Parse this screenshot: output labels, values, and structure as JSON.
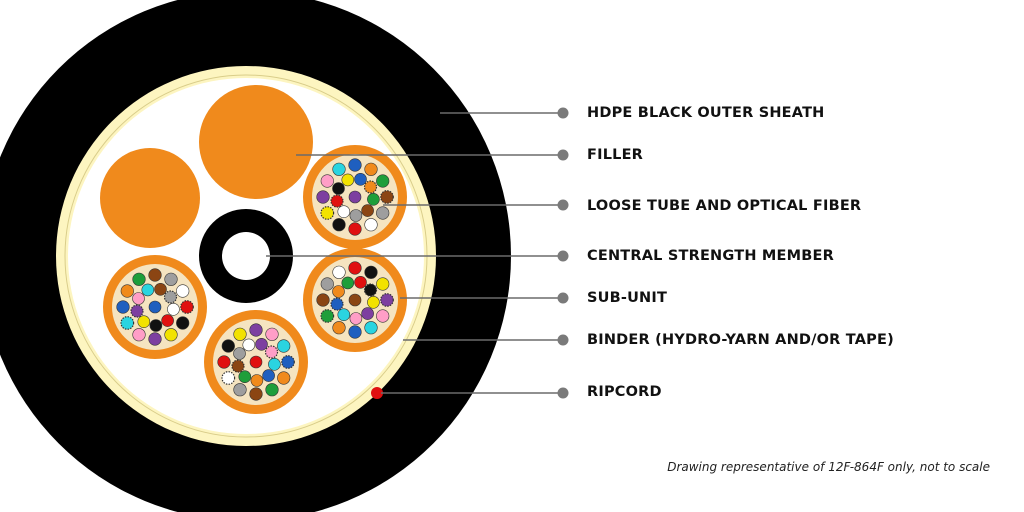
{
  "labels": [
    {
      "id": "sheath",
      "text": "HDPE BLACK OUTER SHEATH"
    },
    {
      "id": "filler",
      "text": "FILLER"
    },
    {
      "id": "loose-tube",
      "text": "LOOSE TUBE AND OPTICAL FIBER"
    },
    {
      "id": "csm",
      "text": "CENTRAL STRENGTH MEMBER"
    },
    {
      "id": "sub-unit",
      "text": "SUB-UNIT"
    },
    {
      "id": "binder",
      "text": "BINDER (HYDRO-YARN AND/OR TAPE)"
    },
    {
      "id": "ripcord",
      "text": "RIPCORD"
    }
  ],
  "note": "Drawing representative of 12F-864F only, not to scale",
  "colors": {
    "sheath": "#000000",
    "binder": "#fdf5c0",
    "core_background": "#ffffff",
    "filler": "#f08a1c",
    "tube_interior": "#f5e4c0",
    "ripcord": "#e01010",
    "leader_line": "#6b6b6b",
    "leader_dot": "#7a7a7a"
  },
  "fiber_colors": [
    "#1f5fbf",
    "#f08a1c",
    "#1e9e3a",
    "#8b4513",
    "#9e9e9e",
    "#ffffff",
    "#e01010",
    "#111111",
    "#f2e200",
    "#7d3fa0",
    "#ff9ec7",
    "#2ad4e0"
  ]
}
